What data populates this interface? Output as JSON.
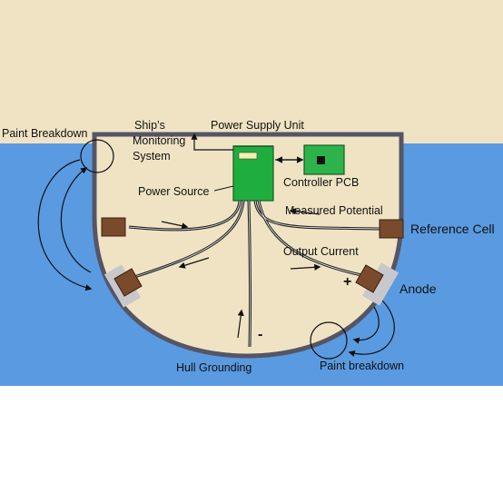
{
  "colors": {
    "sky": "#f0e3c4",
    "water": "#5a9ae0",
    "hull_fill": "#f0e3c4",
    "hull_stroke": "#555566",
    "psu_green": "#1fae3e",
    "pcb_green": "#2db34a",
    "anode_brown": "#7a4a2c",
    "anode_plate": "#c8c8cc",
    "cable": "#222222"
  },
  "labels": {
    "paint_breakdown_left": "Paint Breakdown",
    "ships_monitoring_system": [
      "Ship’s",
      "Monitoring",
      "System"
    ],
    "power_supply_unit": "Power Supply Unit",
    "controller_pcb": "Controller PCB",
    "power_source": "Power Source",
    "measured_potential": "Measured Potential",
    "reference_cell": "Reference Cell",
    "output_current": "Output Current",
    "anode": "Anode",
    "hull_grounding": "Hull Grounding",
    "paint_breakdown_right": "Paint breakdown",
    "plus_sign": "+",
    "minus_sign": "-"
  },
  "icons": [
    "power-supply-unit-icon",
    "controller-pcb-icon",
    "reference-cell-icon",
    "anode-icon",
    "arrow-icon"
  ]
}
